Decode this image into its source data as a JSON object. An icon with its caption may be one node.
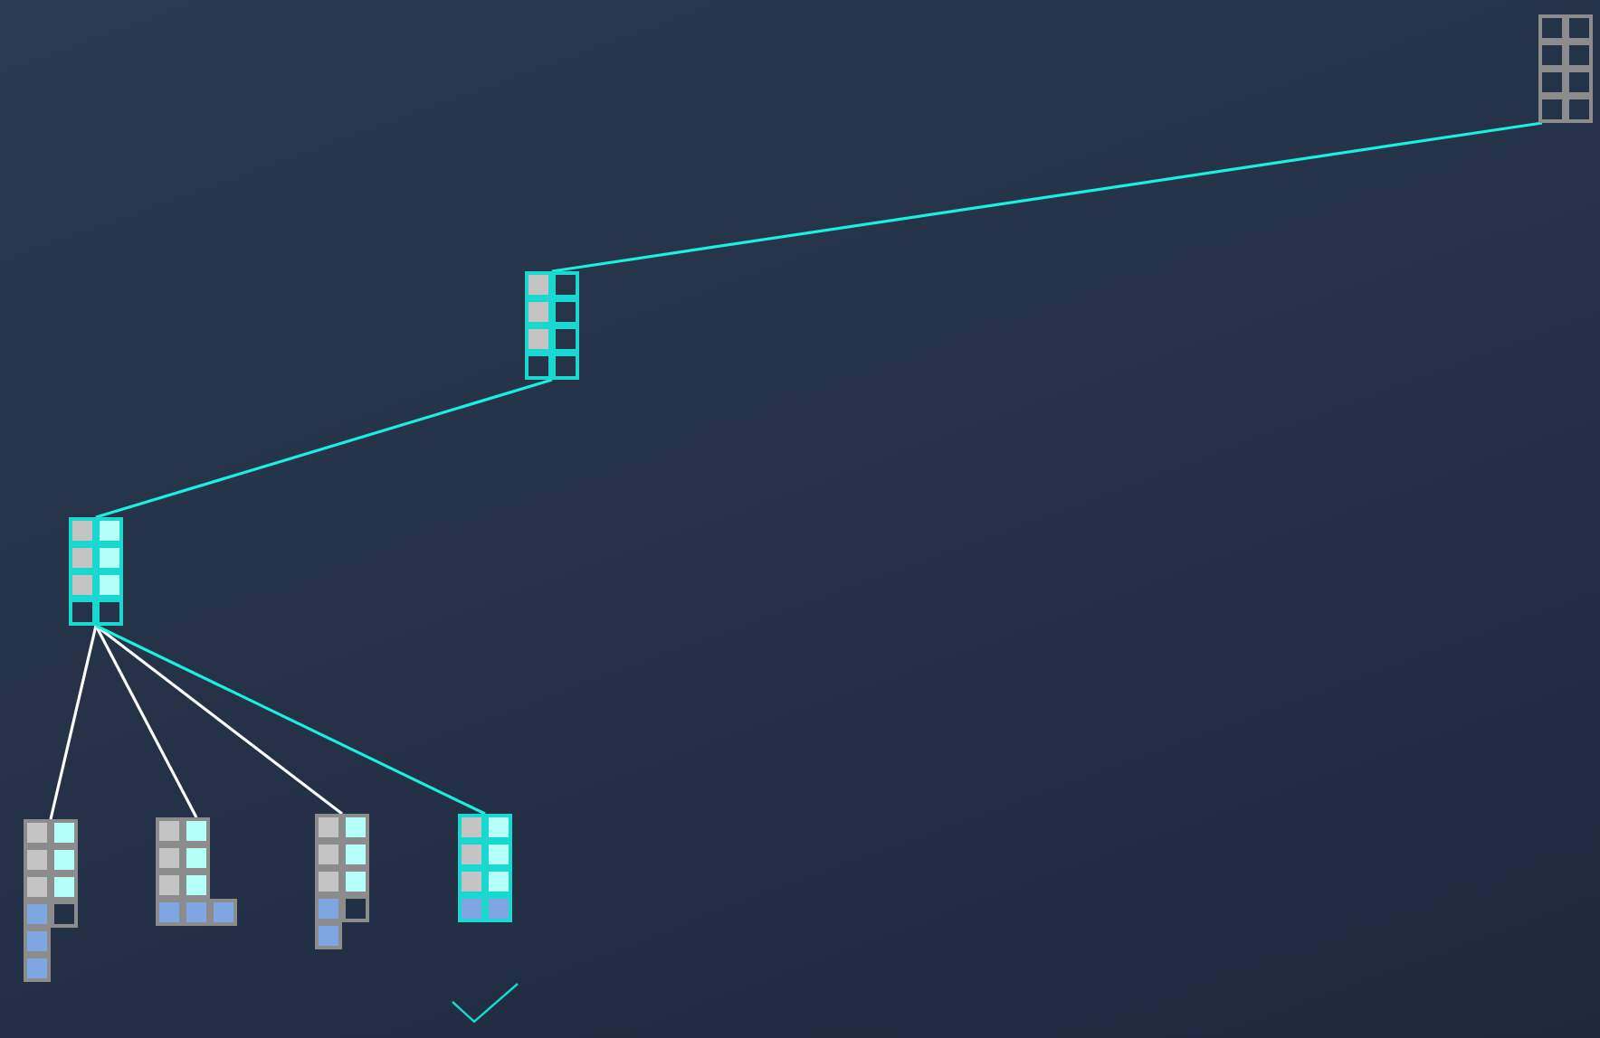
{
  "diagram": {
    "nodes": [
      {
        "text": [],
        "shape": "grid"
      },
      {
        "text": [],
        "shape": "grid"
      },
      {
        "text": [],
        "shape": "grid"
      },
      {
        "text": [],
        "shape": "grid"
      },
      {
        "text": [],
        "shape": "grid"
      },
      {
        "text": [],
        "shape": "grid"
      },
      {
        "text": [],
        "shape": "grid"
      }
    ],
    "edges": [
      {
        "from": 0,
        "to": 1,
        "arrow": "none"
      },
      {
        "from": 1,
        "to": 2,
        "arrow": "none"
      },
      {
        "from": 2,
        "to": 3,
        "arrow": "none",
        "color": "#ffffff"
      },
      {
        "from": 2,
        "to": 4,
        "arrow": "none",
        "color": "#ffffff"
      },
      {
        "from": 2,
        "to": 5,
        "arrow": "none",
        "color": "#ffffff"
      },
      {
        "from": 2,
        "to": 6,
        "arrow": "none"
      }
    ]
  }
}
